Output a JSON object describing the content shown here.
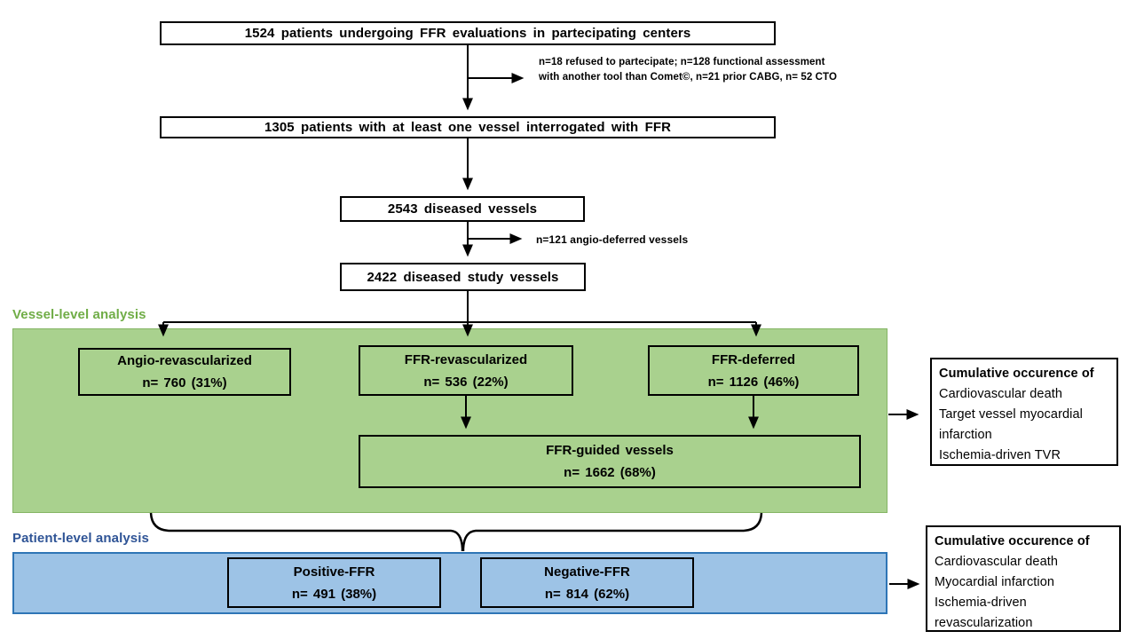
{
  "flow": {
    "box_1524": "1524 patients undergoing FFR evaluations in partecipating centers",
    "exclusion_note_1": "n=18 refused to partecipate; n=128 functional assessment with another tool than Comet©, n=21 prior CABG, n= 52 CTO",
    "box_1305": "1305 patients with at least one vessel interrogated with FFR",
    "box_2543": "2543 diseased vessels",
    "exclusion_note_2": "n=121 angio-deferred vessels",
    "box_2422": "2422 diseased study vessels"
  },
  "vessel_level": {
    "label": "Vessel-level analysis",
    "label_color": "#70AD47",
    "panel_fill": "#A9D18E",
    "boxes": [
      {
        "title": "Angio-revascularized",
        "n": "n= 760 (31%)"
      },
      {
        "title": "FFR-revascularized",
        "n": "n= 536 (22%)"
      },
      {
        "title": "FFR-deferred",
        "n": "n= 1126 (46%)"
      },
      {
        "title": "FFR-guided vessels",
        "n": "n= 1662 (68%)"
      }
    ],
    "outcomes": {
      "header": "Cumulative occurence of",
      "items": [
        "Cardiovascular death",
        "Target vessel myocardial infarction",
        "Ischemia-driven TVR"
      ]
    }
  },
  "patient_level": {
    "label": "Patient-level analysis",
    "label_color": "#2F5496",
    "panel_fill": "#9DC3E6",
    "panel_border": "#2E75B6",
    "boxes": [
      {
        "title": "Positive-FFR",
        "n": "n= 491 (38%)"
      },
      {
        "title": "Negative-FFR",
        "n": "n= 814 (62%)"
      }
    ],
    "outcomes": {
      "header": "Cumulative occurence of",
      "items": [
        "Cardiovascular death",
        "Myocardial infarction",
        "Ischemia-driven revascularization"
      ]
    }
  }
}
